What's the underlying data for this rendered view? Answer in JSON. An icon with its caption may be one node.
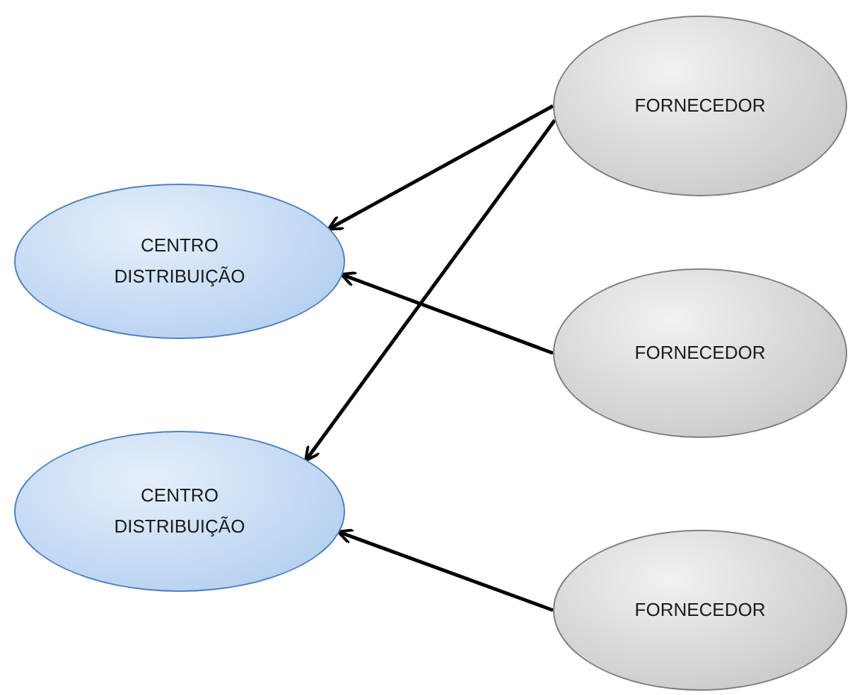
{
  "diagram": {
    "nodes": [
      {
        "text": [
          "FORNECEDOR"
        ]
      },
      {
        "text": [
          "CENTRO DISTRIBUIÇÃO"
        ]
      },
      {
        "text": [
          "FORNECEDOR"
        ]
      },
      {
        "text": [
          "CENTRO DISTRIBUIÇÃO"
        ]
      },
      {
        "text": [
          "FORNECEDOR"
        ]
      }
    ],
    "edges": [
      {
        "from": 0,
        "to": 1,
        "arrow": "to"
      },
      {
        "from": 0,
        "to": 3,
        "arrow": "to"
      },
      {
        "from": 2,
        "to": 1,
        "arrow": "to"
      },
      {
        "from": 4,
        "to": 3,
        "arrow": "to"
      }
    ]
  }
}
